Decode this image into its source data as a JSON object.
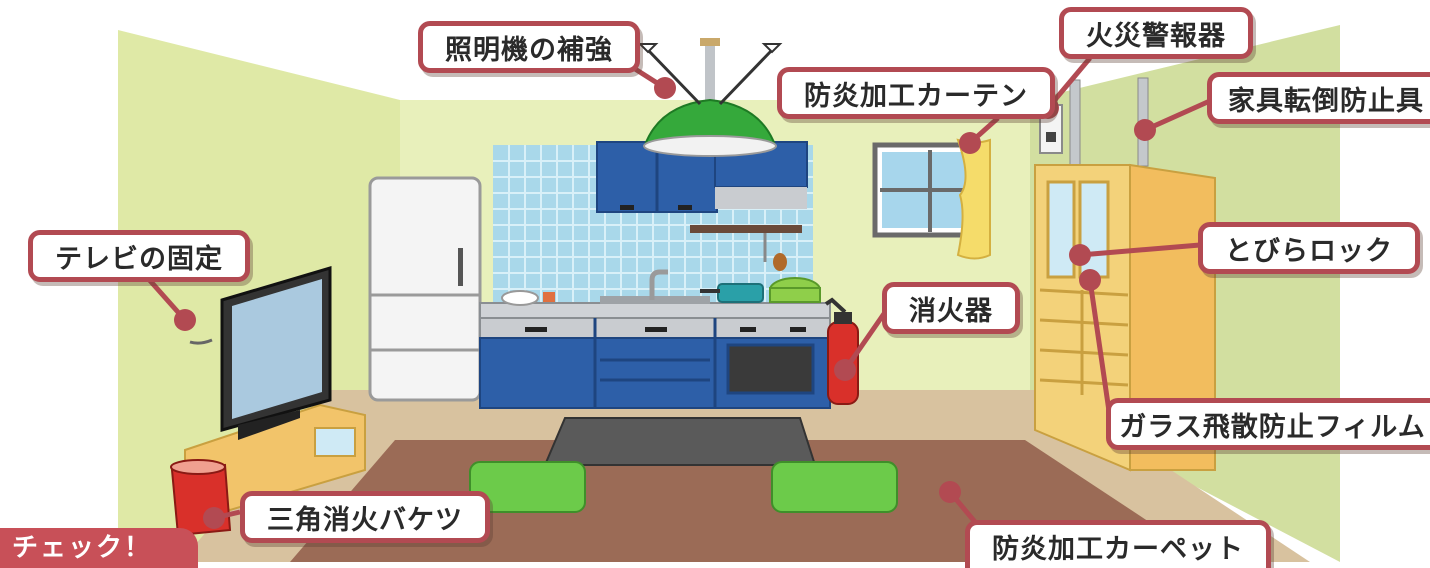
{
  "labels": {
    "lighting": "照明機の補強",
    "fire_alarm": "火災警報器",
    "curtain": "防炎加工カーテン",
    "furniture_fall": "家具転倒防止具",
    "tv_fix": "テレビの固定",
    "door_lock": "とびらロック",
    "extinguisher": "消火器",
    "glass_film": "ガラス飛散防止フィルム",
    "bucket": "三角消火バケツ",
    "carpet": "防炎加工カーペット"
  },
  "banner": {
    "text": "チェック！"
  },
  "colors": {
    "label_border": "#b24a52",
    "pin": "#b24a52",
    "banner": "#c85058",
    "wall": "#e4ecb0",
    "floor": "#d6bf9c",
    "carpet": "#9a6a55",
    "kitchen_blue": "#2d5fa8",
    "tiles": "#a9d8ea",
    "lamp_green": "#35a93b",
    "cabinet": "#f2c46a"
  }
}
